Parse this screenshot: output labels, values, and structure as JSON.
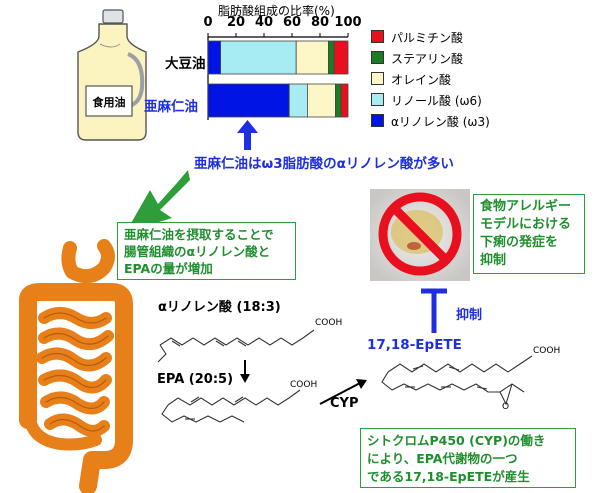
{
  "chart_data": {
    "type": "bar",
    "title": "脂肪酸組成の比率(%)",
    "ticks": [
      "0",
      "20",
      "40",
      "60",
      "80",
      "100"
    ],
    "xlim": [
      0,
      100
    ],
    "categories": [
      "大豆油",
      "亜麻仁油"
    ],
    "series": [
      {
        "name": "パルミチン酸",
        "color": "#e8101e",
        "values": [
          10,
          5
        ]
      },
      {
        "name": "ステアリン酸",
        "color": "#1a7d24",
        "values": [
          4,
          4
        ]
      },
      {
        "name": "オレイン酸",
        "color": "#fdf7c7",
        "values": [
          23,
          20
        ]
      },
      {
        "name": "リノール酸 (ω6)",
        "color": "#a6ecf2",
        "values": [
          54,
          13
        ]
      },
      {
        "name": "αリノレン酸 (ω3)",
        "color": "#0014e6",
        "values": [
          9,
          58
        ]
      }
    ]
  },
  "bottle": {
    "label": "食用油"
  },
  "texts": {
    "headline": "亜麻仁油はω3脂肪酸のαリノレン酸が多い",
    "intake": [
      "亜麻仁油を摂取することで",
      "腸管組織のαリノレン酸と",
      "EPAの量が増加"
    ],
    "allergy": [
      "食物アレルギー",
      "モデルにおける",
      "下痢の発症を",
      "抑制"
    ],
    "cyp_box": [
      "シトクロムP450 (CYP)の働き",
      "により、EPA代謝物の一つ",
      "である17,18-EpETEが産生"
    ],
    "ala": "αリノレン酸 (18:3)",
    "epa": "EPA (20:5)",
    "epete": "17,18-EpETE",
    "cyp": "CYP",
    "inhibit": "抑制",
    "cooh": "COOH",
    "oxygen": "O"
  },
  "colors": {
    "green": "#2e9e3a",
    "blue": "#1f2ee0",
    "orange": "#e8801a"
  }
}
